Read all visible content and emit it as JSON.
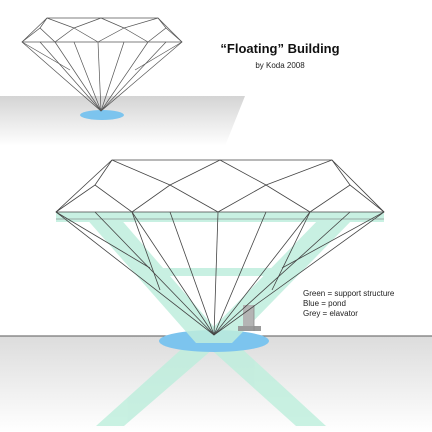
{
  "title": "“Floating” Building",
  "byline": "by Koda 2008",
  "legend": [
    {
      "label": "Green = support structure",
      "color": "#bfeedd"
    },
    {
      "label": "Blue = pond",
      "color": "#7cc4ee"
    },
    {
      "label": "Grey = elavator",
      "color": "#b4b4b4"
    }
  ],
  "colors": {
    "support": "#bfeedd",
    "pond": "#7cc4ee",
    "elevator": "#b4b4b4",
    "ground": "#d8d8d8",
    "outline": "#444444"
  }
}
